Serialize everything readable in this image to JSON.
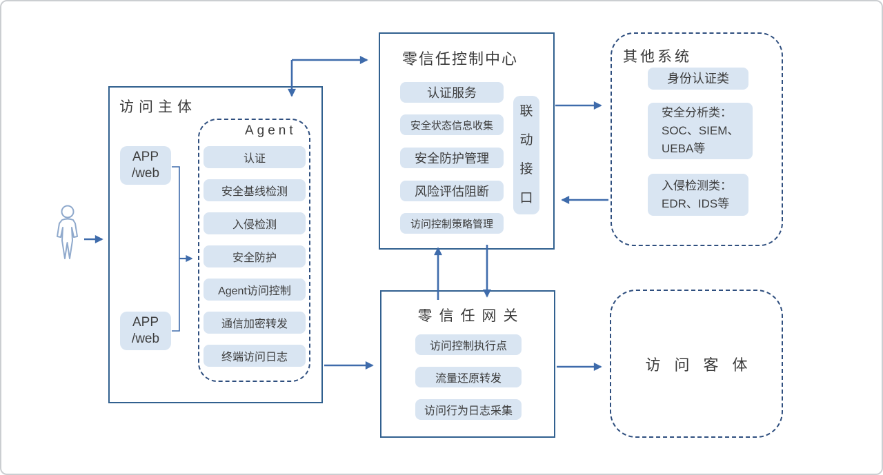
{
  "colors": {
    "arrow_blue": "#3e6bab",
    "solid_border_blue": "#31608f",
    "dashed_border_blue": "#2e4e7e",
    "pill_fill_blue": "#d9e5f2",
    "text_dark": "#3a3a3a"
  },
  "icons": {
    "person": "outline-standing-figure"
  },
  "diagram": {
    "access_subject": {
      "title": "访问主体",
      "app_web_top": {
        "lines": [
          "APP",
          "/web"
        ]
      },
      "app_web_bottom": {
        "lines": [
          "APP",
          "/web"
        ]
      },
      "agent": {
        "title": "Agent",
        "items": [
          "认证",
          "安全基线检测",
          "入侵检测",
          "安全防护",
          "Agent访问控制",
          "通信加密转发",
          "终端访问日志"
        ]
      }
    },
    "control_center": {
      "title": "零信任控制中心",
      "items": [
        "认证服务",
        "安全状态信息收集",
        "安全防护管理",
        "风险评估阻断",
        "访问控制策略管理"
      ],
      "linkage_interface": "联动接口"
    },
    "other_systems": {
      "title": "其他系统",
      "items": [
        {
          "lines": [
            "身份认证类"
          ]
        },
        {
          "lines": [
            "安全分析类：",
            "SOC、SIEM、",
            "UEBA等"
          ]
        },
        {
          "lines": [
            "入侵检测类：",
            "EDR、IDS等"
          ]
        }
      ]
    },
    "gateway": {
      "title": "零信任网关",
      "items": [
        "访问控制执行点",
        "流量还原转发",
        "访问行为日志采集"
      ]
    },
    "access_object": {
      "title": "访问客体"
    }
  }
}
